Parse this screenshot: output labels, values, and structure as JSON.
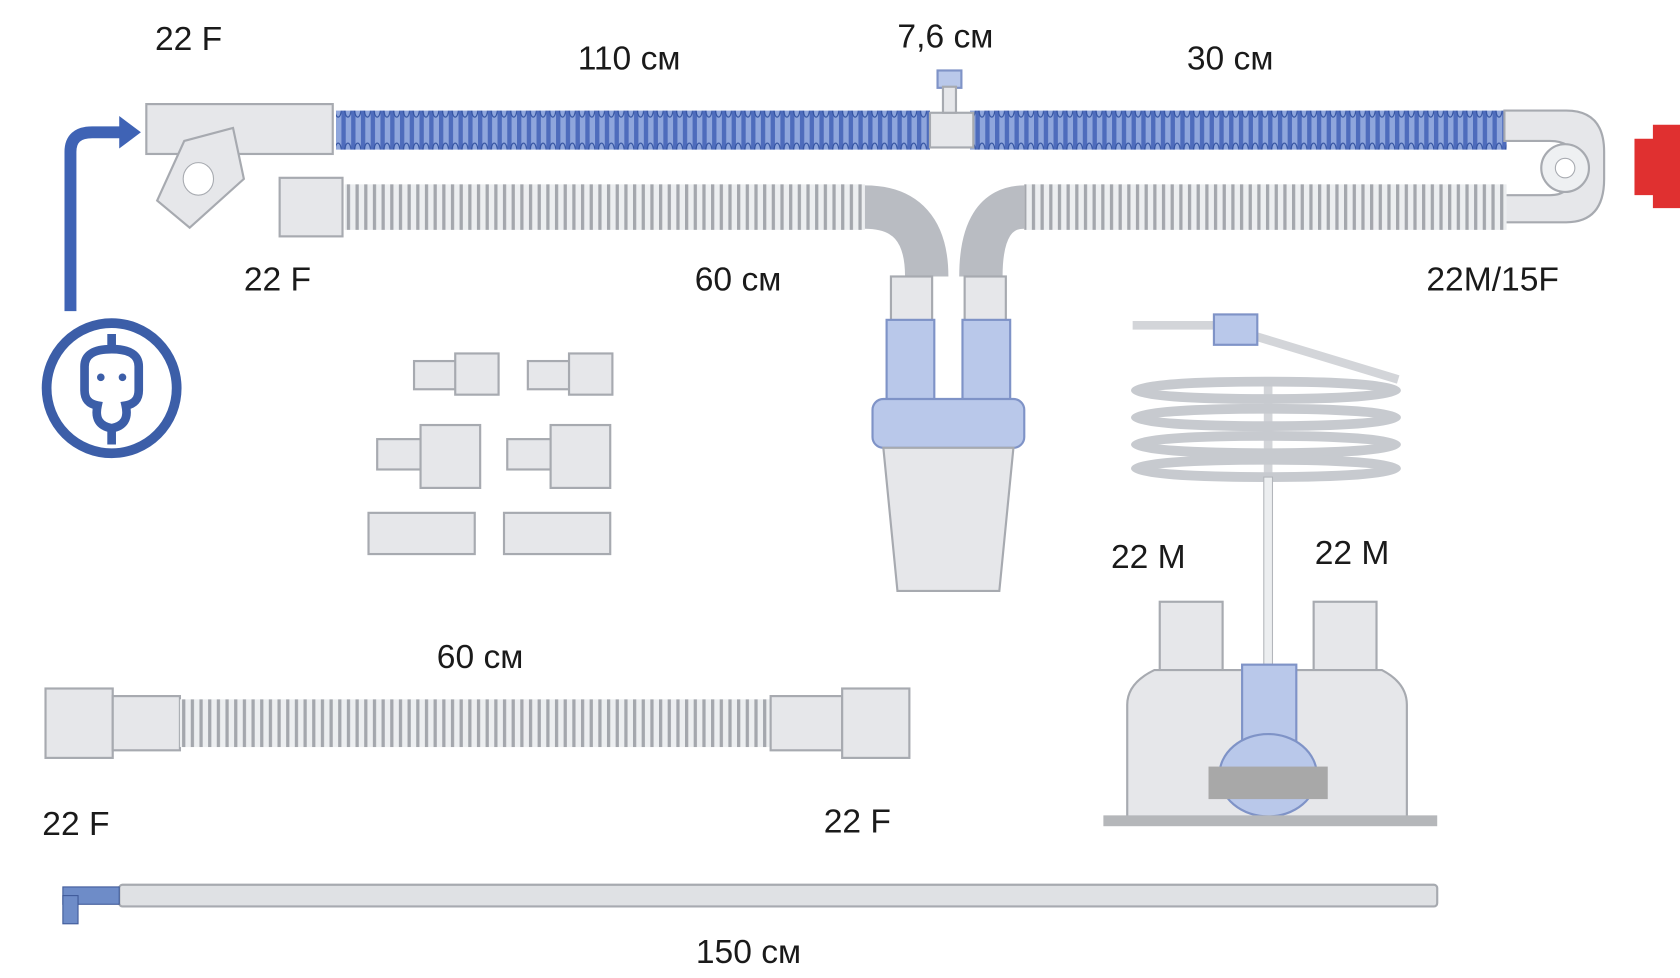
{
  "labels": {
    "ypiece_port": "22 F",
    "inspiratory_long": "110 см",
    "sample_port": "7,6 см",
    "inspiratory_short": "30 см",
    "expiratory_port": "22 F",
    "expiratory_length": "60 см",
    "patient_port": "22M/15F",
    "chamber_left": "22 M",
    "chamber_right": "22 M",
    "extra_tube_length": "60 см",
    "extra_tube_left": "22 F",
    "extra_tube_right": "22 F",
    "line_length": "150 см"
  },
  "colors": {
    "inspiratory_tube": "#5b78c4",
    "arrow": "#3f63b5",
    "symbol": "#3c5ea8",
    "patient_connector": "#e03030",
    "parts": "#e6e7ea",
    "accent_blue": "#b9c8ea"
  },
  "icons": {
    "flow_arrow": "arrow-up-right-icon",
    "device_symbol": "heated-humidifier-symbol-icon"
  }
}
